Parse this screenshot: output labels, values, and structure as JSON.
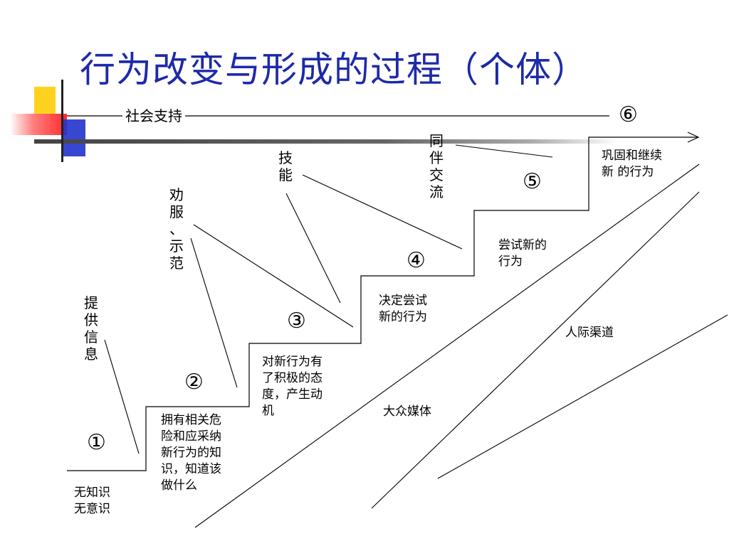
{
  "slide": {
    "title": "行为改变与形成的过程（个体）",
    "social_support": "社会支持",
    "steps": [
      {
        "num": "①",
        "text_lines": [
          "无知识",
          "无意识"
        ]
      },
      {
        "num": "②",
        "text_lines": [
          "拥有相关危",
          "险和应采纳",
          "新行为的知",
          "识，知道该",
          "做什么"
        ]
      },
      {
        "num": "③",
        "text_lines": [
          "对新行为有",
          "了积极的态",
          "度，产生动",
          "机"
        ]
      },
      {
        "num": "④",
        "text_lines": [
          "决定尝试",
          "新的行为"
        ]
      },
      {
        "num": "⑤",
        "text_lines": [
          "尝试新的",
          "行为"
        ]
      },
      {
        "num": "⑥",
        "text_lines": [
          "巩固和继续",
          "新 的行为"
        ]
      }
    ],
    "interventions": {
      "provide_info": [
        "提",
        "供",
        "信",
        "息"
      ],
      "persuade": [
        "劝",
        "服",
        "、",
        "示",
        "范"
      ],
      "skills": [
        "技",
        "能"
      ],
      "peer": [
        "同",
        "伴",
        "交",
        "流"
      ]
    },
    "channels": {
      "mass_media": "大众媒体",
      "interpersonal": "人际渠道"
    },
    "colors": {
      "title": "#1d2aa8",
      "deco_yellow": "#ffd21f",
      "deco_blue": "#2233cc",
      "deco_red": "#ff2a2a"
    }
  }
}
